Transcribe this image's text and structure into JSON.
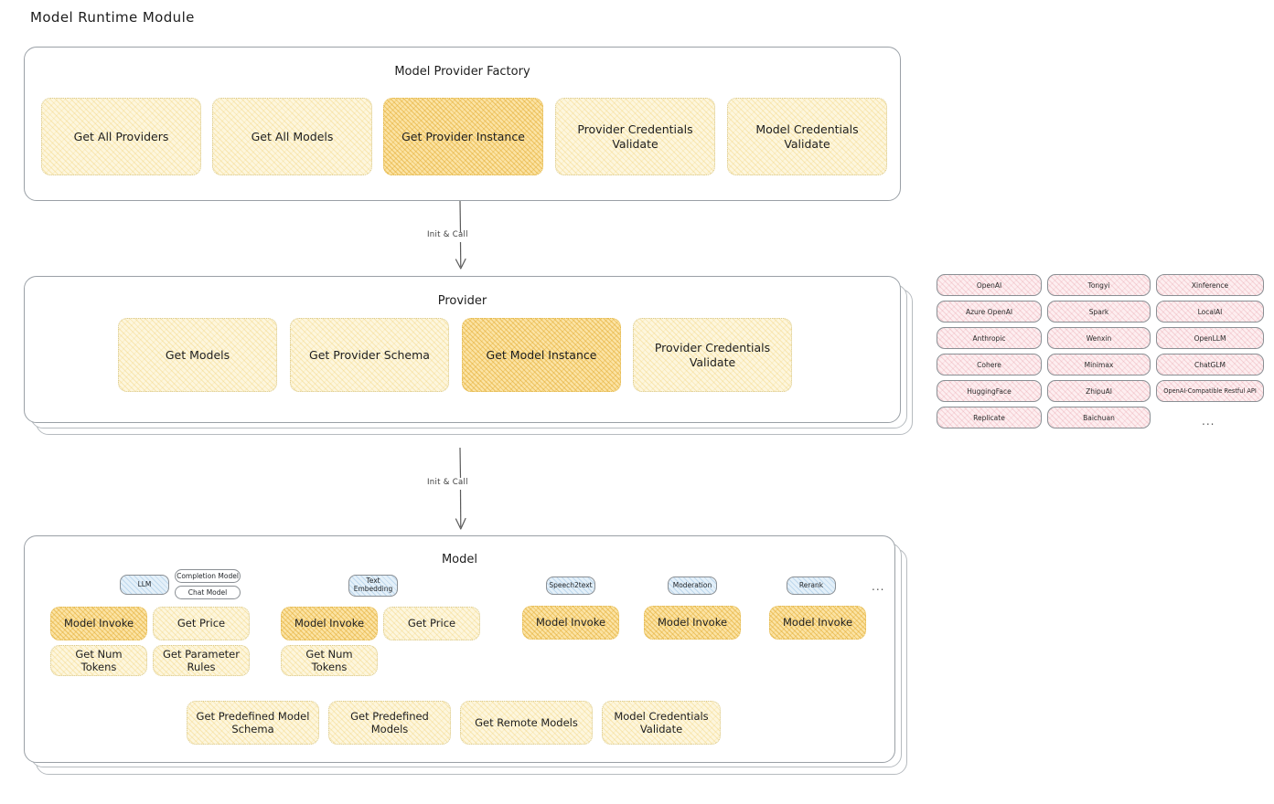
{
  "page": {
    "title": "Model Runtime Module",
    "background": "#ffffff",
    "accent_fill": "#fdf6dd",
    "accent_highlight": "#fbe3a4",
    "provider_pill_fill": "#fdeef0",
    "model_tag_fill": "#e4f0f9"
  },
  "factory": {
    "title": "Model Provider Factory",
    "items": [
      {
        "label": "Get All Providers",
        "highlighted": false
      },
      {
        "label": "Get All Models",
        "highlighted": false
      },
      {
        "label": "Get Provider Instance",
        "highlighted": true
      },
      {
        "label": "Provider Credentials Validate",
        "highlighted": false
      },
      {
        "label": "Model Credentials Validate",
        "highlighted": false
      }
    ]
  },
  "arrows": [
    {
      "label": "Init & Call",
      "from": "Model Provider Factory",
      "to": "Provider"
    },
    {
      "label": "Init & Call",
      "from": "Provider",
      "to": "Model"
    }
  ],
  "provider": {
    "title": "Provider",
    "items": [
      {
        "label": "Get Models",
        "highlighted": false
      },
      {
        "label": "Get Provider Schema",
        "highlighted": false
      },
      {
        "label": "Get Model Instance",
        "highlighted": true
      },
      {
        "label": "Provider Credentials Validate",
        "highlighted": false
      }
    ]
  },
  "provider_list": {
    "columns": [
      [
        "OpenAI",
        "Azure OpenAI",
        "Anthropic",
        "Cohere",
        "HuggingFace",
        "Replicate"
      ],
      [
        "Tongyi",
        "Spark",
        "Wenxin",
        "Minimax",
        "ZhipuAI",
        "Baichuan"
      ],
      [
        "Xinference",
        "LocalAI",
        "OpenLLM",
        "ChatGLM",
        "OpenAI-Compatible Restful API"
      ]
    ],
    "more": "..."
  },
  "model": {
    "title": "Model",
    "more": "...",
    "types": [
      {
        "name": "LLM",
        "subtags": [
          "Completion Model",
          "Chat Model"
        ],
        "methods": [
          {
            "label": "Model Invoke",
            "highlighted": true
          },
          {
            "label": "Get Price",
            "highlighted": false
          },
          {
            "label": "Get Num Tokens",
            "highlighted": false
          },
          {
            "label": "Get Parameter Rules",
            "highlighted": false
          }
        ]
      },
      {
        "name": "Text Embedding",
        "subtags": [],
        "methods": [
          {
            "label": "Model Invoke",
            "highlighted": true
          },
          {
            "label": "Get Price",
            "highlighted": false
          },
          {
            "label": "Get Num Tokens",
            "highlighted": false
          }
        ]
      },
      {
        "name": "Speech2text",
        "subtags": [],
        "methods": [
          {
            "label": "Model Invoke",
            "highlighted": true
          }
        ]
      },
      {
        "name": "Moderation",
        "subtags": [],
        "methods": [
          {
            "label": "Model Invoke",
            "highlighted": true
          }
        ]
      },
      {
        "name": "Rerank",
        "subtags": [],
        "methods": [
          {
            "label": "Model Invoke",
            "highlighted": true
          }
        ]
      }
    ],
    "common_methods": [
      "Get Predefined Model Schema",
      "Get Predefined Models",
      "Get Remote Models",
      "Model Credentials Validate"
    ]
  }
}
